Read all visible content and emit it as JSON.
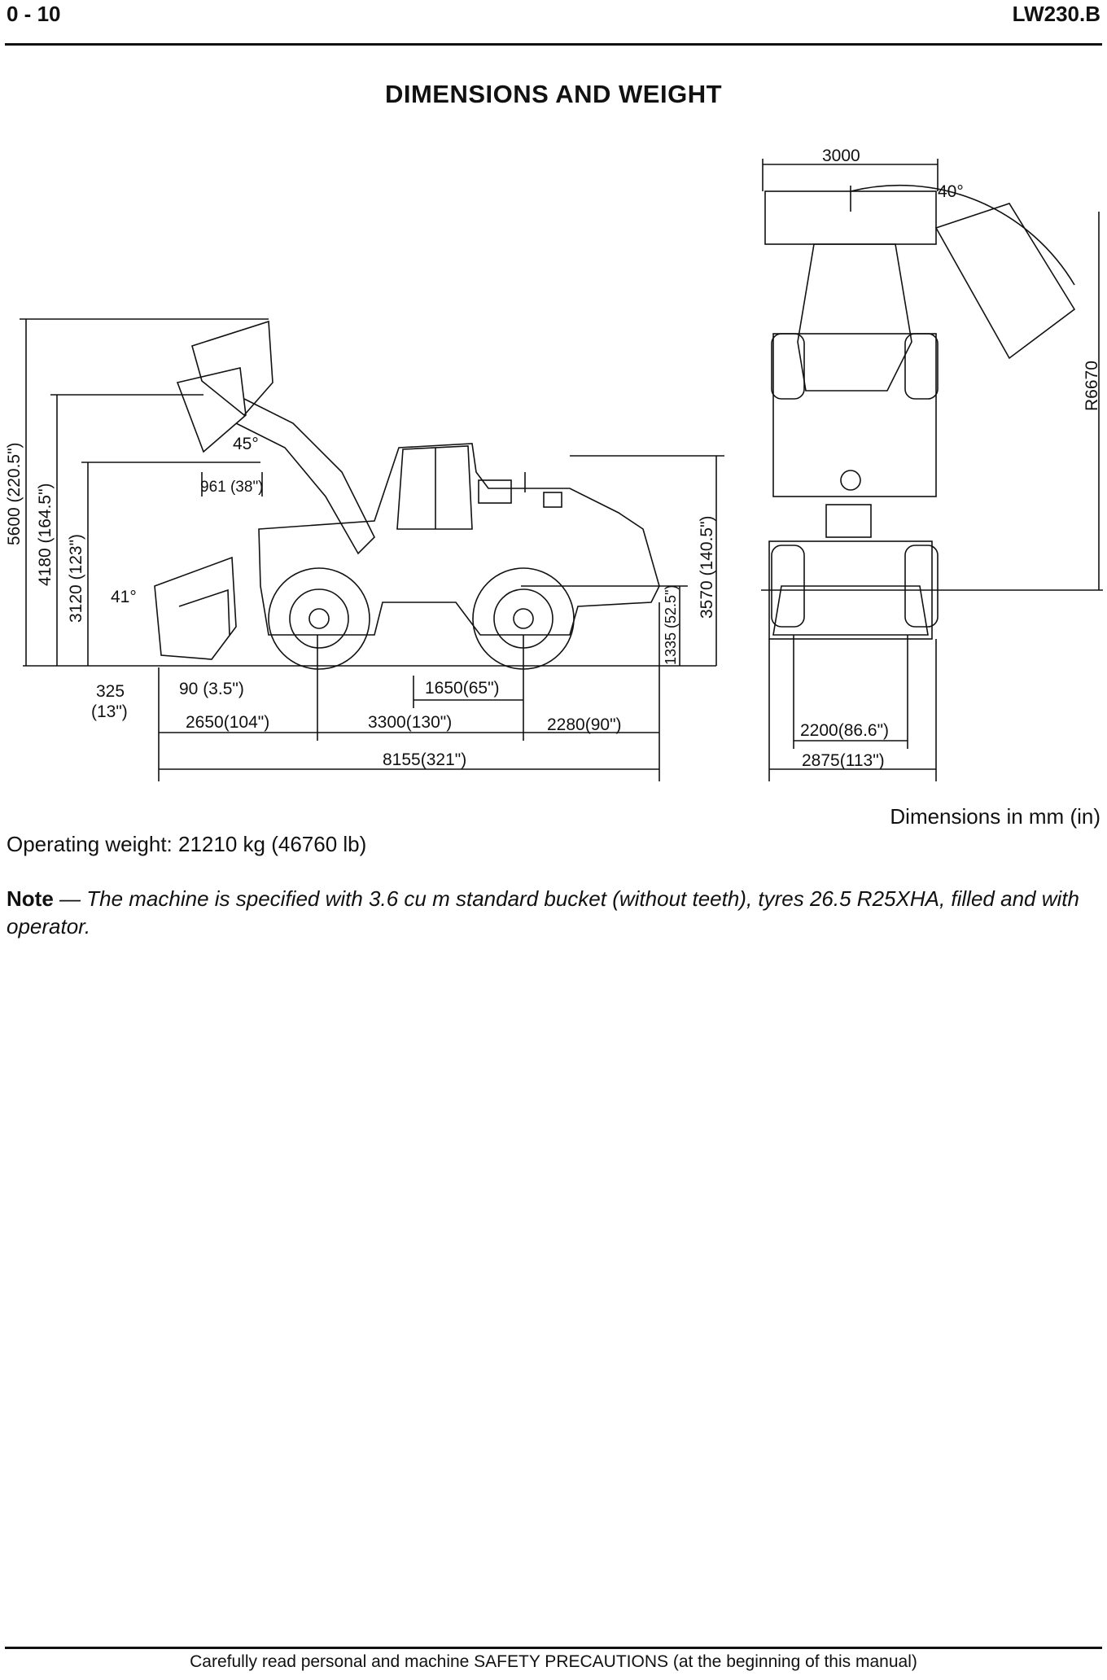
{
  "header": {
    "page_number": "0 - 10",
    "model": "LW230.B"
  },
  "title": "DIMENSIONS AND WEIGHT",
  "dimensions": {
    "height_max": "5600 (220.5\")",
    "hinge_height": "4180 (164.5\")",
    "dump_height": "3120 (123\")",
    "cab_height": "3570 (140.5\")",
    "axle_height": "1335 (52.5\")",
    "dump_angle": "45°",
    "rollback_angle": "41°",
    "dump_reach": "961 (38\")",
    "dig_depth": "325",
    "dig_depth_in": "(13\")",
    "bucket_below": "90 (3.5\")",
    "center_to_rear": "1650(65\")",
    "front_overhang": "2650(104\")",
    "wheelbase": "3300(130\")",
    "rear_overhang": "2280(90\")",
    "overall_length": "8155(321\")",
    "bucket_width_top": "3000",
    "articulation_angle": "40°",
    "turning_radius": "R6670",
    "track_width": "2200(86.6\")",
    "overall_width": "2875(113\")"
  },
  "units_note": "Dimensions in mm (in)",
  "operating_weight": "Operating weight: 21210 kg (46760 lb)",
  "note": {
    "label": "Note",
    "text": " — The machine is specified with 3.6 cu m standard bucket (without teeth), tyres 26.5 R25XHA, filled and with operator."
  },
  "footer": "Carefully read personal and machine SAFETY PRECAUTIONS (at the beginning of this manual)"
}
